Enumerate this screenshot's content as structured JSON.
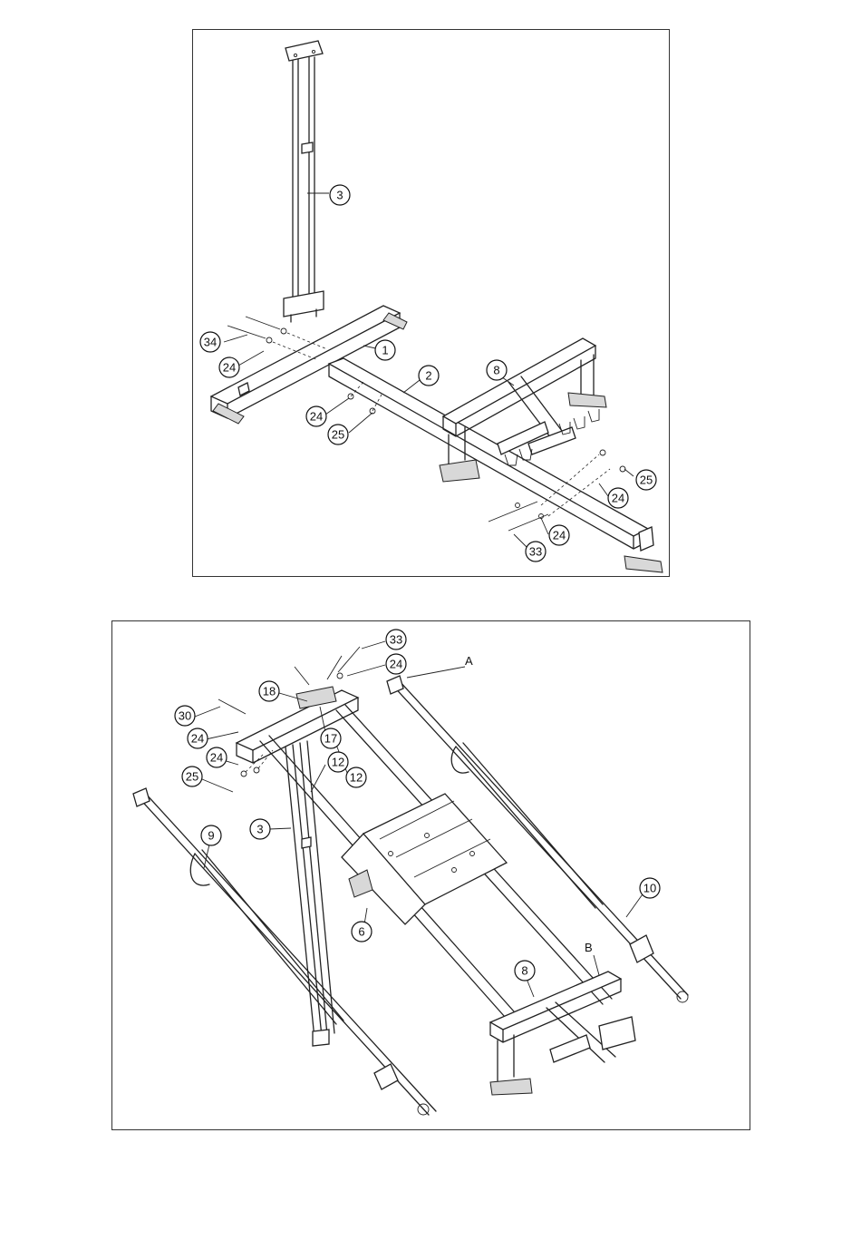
{
  "top_diagram": {
    "callouts": [
      "3",
      "1",
      "2",
      "8",
      "34",
      "24",
      "24",
      "25",
      "25",
      "24",
      "24",
      "33"
    ]
  },
  "bottom_diagram": {
    "callouts": [
      "33",
      "24",
      "18",
      "30",
      "17",
      "24",
      "12",
      "12",
      "24",
      "25",
      "3",
      "9",
      "6",
      "10",
      "8"
    ],
    "letters": [
      "A",
      "B"
    ]
  }
}
